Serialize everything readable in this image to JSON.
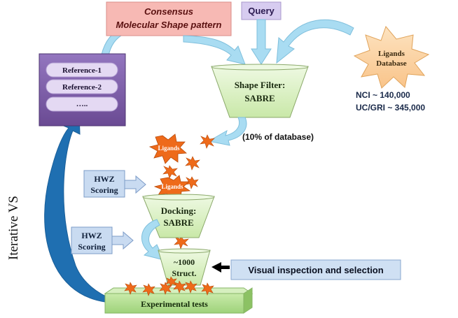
{
  "consensus_box": {
    "line1": "Consensus",
    "line2": "Molecular Shape pattern"
  },
  "query_box": {
    "label": "Query"
  },
  "ligands_database": {
    "line1": "Ligands",
    "line2": "Database"
  },
  "reference_panel": {
    "items": [
      "Reference-1",
      "Reference-2",
      "….."
    ]
  },
  "shape_filter": {
    "line1": "Shape Filter:",
    "line2": "SABRE"
  },
  "database_counts": {
    "line1": "NCI ~ 140,000",
    "line2": "UC/GRI ~ 345,000"
  },
  "fraction_label": "(10% of database)",
  "ligand_bursts": {
    "top": "Ligands",
    "middle": "Ligands"
  },
  "hwz_boxes": [
    {
      "line1": "HWZ",
      "line2": "Scoring"
    },
    {
      "line1": "HWZ",
      "line2": "Scoring"
    }
  ],
  "docking": {
    "line1": "Docking:",
    "line2": "SABRE"
  },
  "structures": {
    "line1": "~1000",
    "line2": "Struct."
  },
  "visual_inspection": "Visual inspection and selection",
  "experimental_tests": "Experimental tests",
  "iterative_label": "Iterative VS",
  "colors": {
    "funnel_fill": "#ddf2c4",
    "funnel_stroke": "#8aa86a",
    "consensus_fill": "#f7b9b4",
    "query_fill": "#d7ccf0",
    "reference_panel_fill": "#7d5aa6",
    "pill_fill": "#e4d9f3",
    "hwz_fill": "#c9dbf1",
    "visual_fill": "#cfe0f3",
    "burst_fill": "#ee6a1a",
    "database_burst_fill": "#fbd6a6",
    "arrow_light_blue": "#a9dcf2",
    "arrow_dark_blue": "#1f6fb1",
    "experimental_fill": "#b8df97"
  }
}
